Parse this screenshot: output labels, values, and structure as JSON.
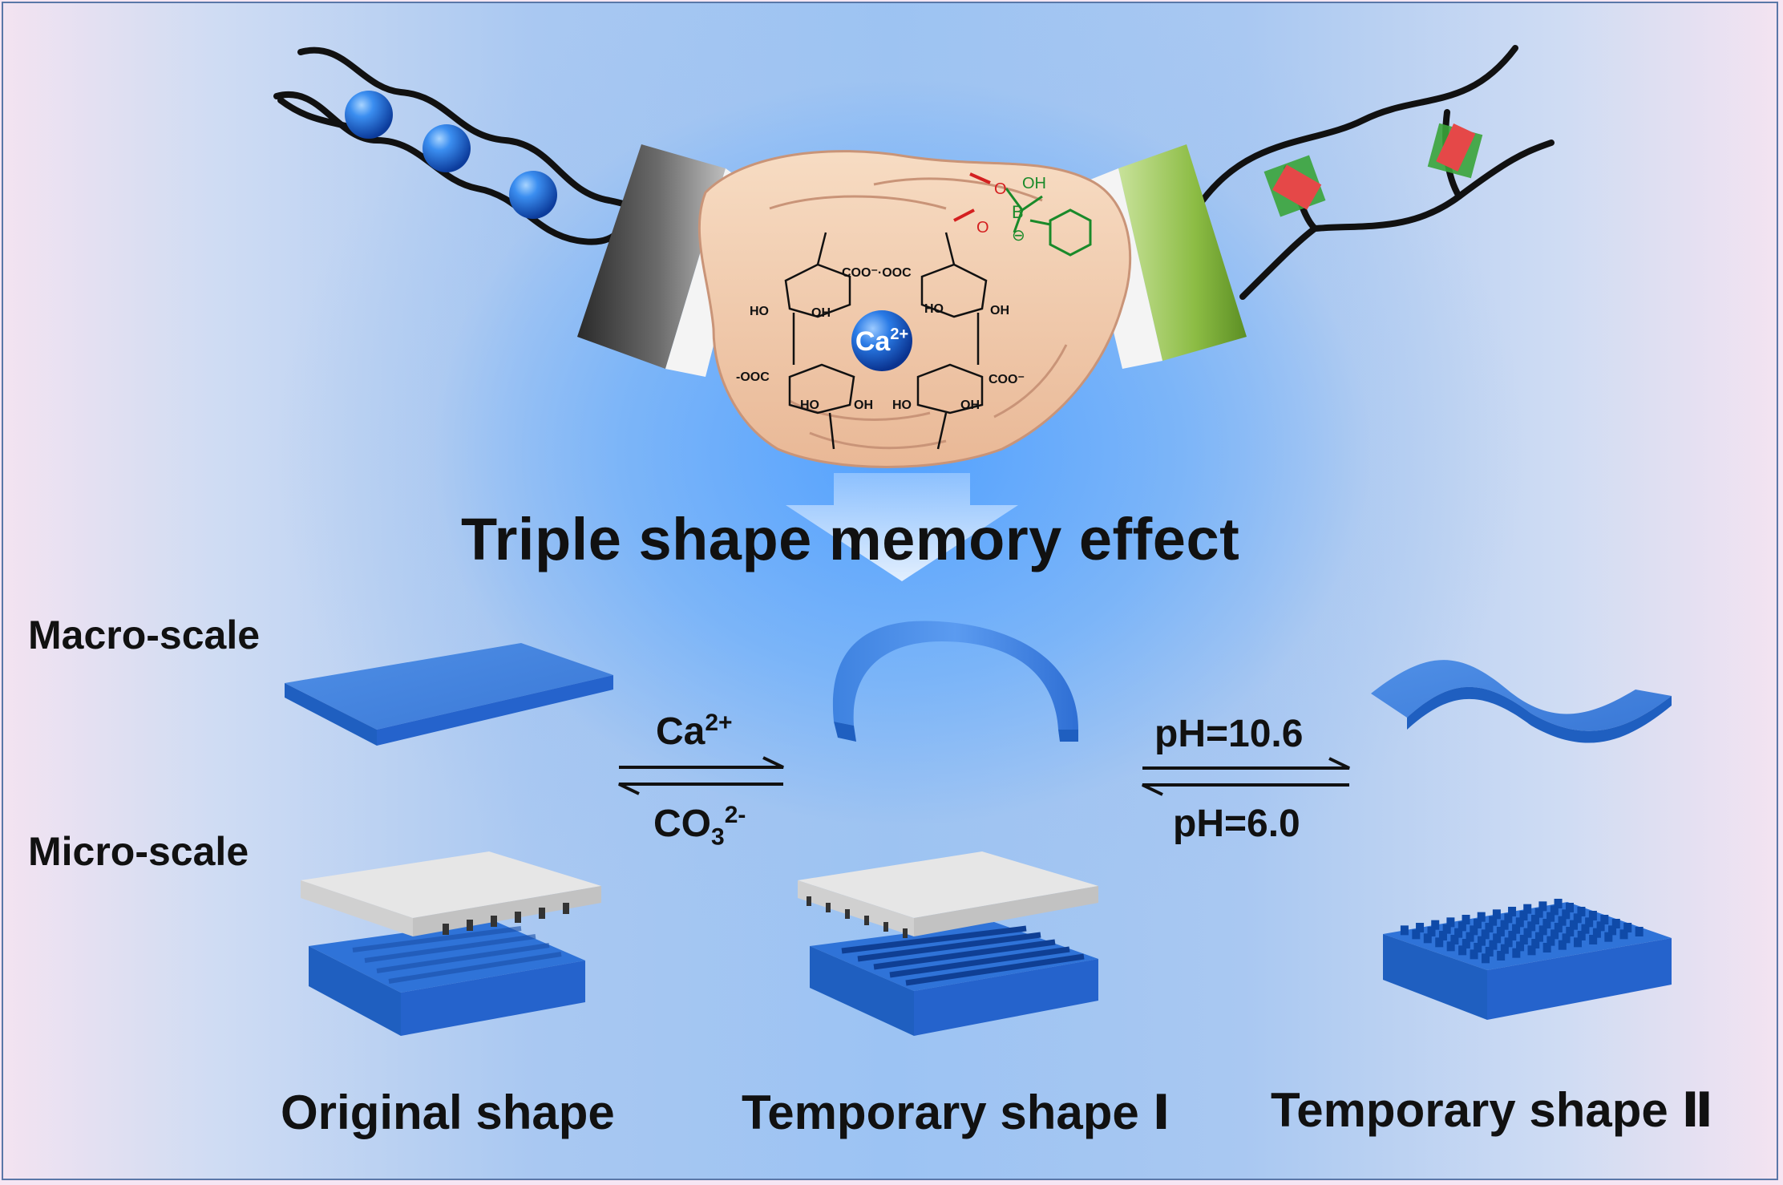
{
  "title": "Triple shape memory effect",
  "scale_labels": {
    "macro": "Macro-scale",
    "micro": "Micro-scale"
  },
  "shape_labels": {
    "original": "Original shape",
    "temporary_1": "Temporary shape Ⅰ",
    "temporary_2": "Temporary shape Ⅱ"
  },
  "conditions": {
    "ca_forward": {
      "base": "Ca",
      "sup": "2+"
    },
    "co3_reverse": {
      "base": "CO",
      "sub": "3",
      "sup": "2-"
    },
    "ph_forward": "pH=10.6",
    "ph_reverse": "pH=6.0"
  },
  "ion_label": {
    "base": "Ca",
    "sup": "2+"
  },
  "chem_labels": {
    "coo_neg": "COO⁻",
    "neg_ooc": "-OOC",
    "coo_pair": "COO⁻·OOC",
    "ho": "HO",
    "oh": "OH",
    "o": "O",
    "b": "B",
    "minus": "⊖"
  },
  "colors": {
    "material_blue": "#2f73d8",
    "material_dark": "#1f5fc0",
    "mold_gray": "#e6e6e6",
    "boronic_green": "#1a8a2a",
    "oxygen_red": "#d42020",
    "sleeve_green": "#8fbc4a",
    "sleeve_gray": "#4a4a4a",
    "skin": "#f1cdb0"
  }
}
